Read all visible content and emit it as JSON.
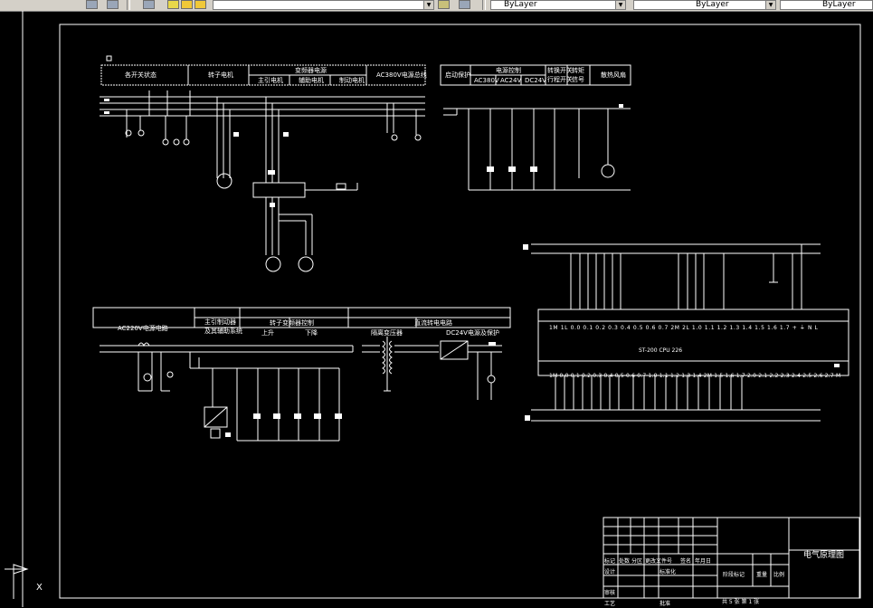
{
  "toolbar": {
    "layer_combo": "",
    "color_combo": "ByLayer",
    "linetype_combo": "ByLayer",
    "lineweight_combo": "ByLayer",
    "icons": [
      "layers-icon",
      "layer-state-icon",
      "bulb-icon",
      "sun-icon",
      "lock-icon",
      "color-icon",
      "match-props-icon",
      "layer-previous-icon"
    ]
  },
  "top_left_box": {
    "h1": "各开关状态",
    "h2": "转子电机",
    "h3": "变频器电源",
    "h3a": "主引电机",
    "h3b": "辅助电机",
    "h3c": "制动电机",
    "h4": "AC380V电源总线"
  },
  "top_right_box": {
    "h1": "启动保护",
    "h2": "电源控制",
    "h2a": "AC380V",
    "h2b": "AC24V",
    "h2c": "DC24V",
    "h3a": "转换开关",
    "h3b": "行程开关",
    "h4a": "转矩",
    "h4b": "信号",
    "h5": "散热风扇"
  },
  "bottom_left_box": {
    "h1": "AC220V电源电路",
    "h2a": "主引制动器",
    "h2b": "及其辅助系统",
    "h3": "转子变频器控制",
    "h3a": "上升",
    "h3b": "下降",
    "h4": "直流转电电路",
    "h4a": "隔离变压器",
    "h4b": "DC24V电源及保护"
  },
  "plc": {
    "model": "ST-200 CPU 226",
    "inputs_row": "1M 1L 0.0 0.1 0.2 0.3 0.4 0.5 0.6 0.7 2M 2L 1.0 1.1 1.2 1.3 1.4 1.5 1.6 1.7 + ⏚ N L",
    "outputs_row": "1M 0.0 0.1 0.2 0.3 0.4 0.5 0.6 0.7 1.0 1.1 1.2 1.3 1.4 2M 1.5 1.6 1.7 2.0 2.1 2.2 2.3 2.4 2.5 2.6 2.7 M"
  },
  "title_block": {
    "drawing_title": "电气原理图",
    "row_labels": [
      "标记",
      "处数",
      "分区",
      "更改文件号",
      "签名",
      "年月日"
    ],
    "design": "设计",
    "standardize": "标准化",
    "stage_mark": "阶段标记",
    "weight": "重量",
    "scale": "比例",
    "review": "审核",
    "process": "工艺",
    "approve": "批准",
    "sheets": "共 5 张 第 1 张"
  },
  "ucs": {
    "x_label": "X"
  }
}
